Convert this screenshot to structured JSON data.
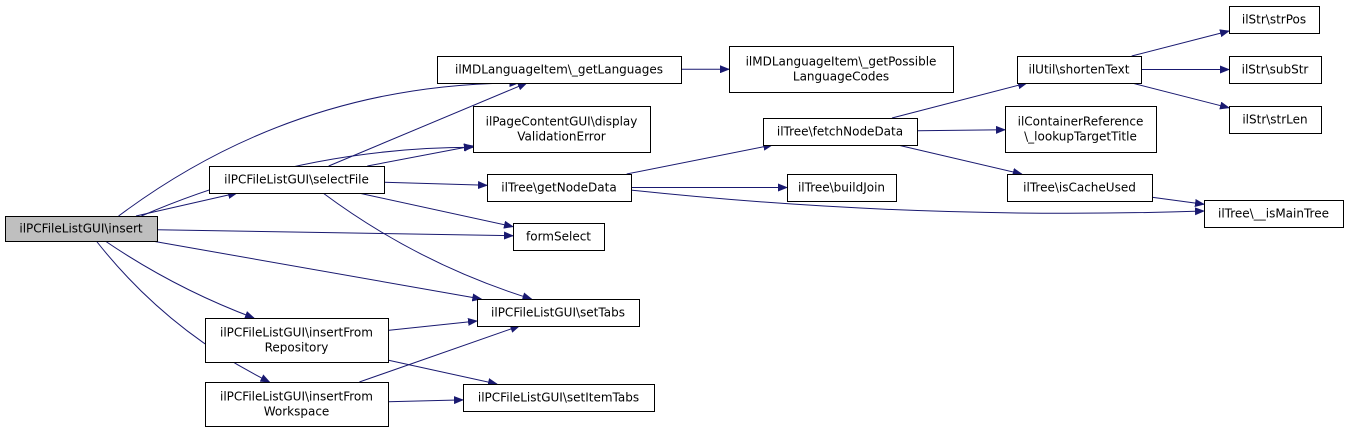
{
  "diagram": {
    "edge_color": "#191970",
    "root_fill": "#bfbfbf",
    "node_fill": "#ffffff",
    "nodes": [
      {
        "id": "insert",
        "lines": [
          "ilPCFileListGUI\\insert"
        ],
        "root": true
      },
      {
        "id": "getLanguages",
        "lines": [
          "ilMDLanguageItem\\_getLanguages"
        ]
      },
      {
        "id": "getPossibleLanguageCodes",
        "lines": [
          "ilMDLanguageItem\\_getPossible",
          "LanguageCodes"
        ]
      },
      {
        "id": "displayValidationError",
        "lines": [
          "ilPageContentGUI\\display",
          "ValidationError"
        ]
      },
      {
        "id": "selectFile",
        "lines": [
          "ilPCFileListGUI\\selectFile"
        ]
      },
      {
        "id": "getNodeData",
        "lines": [
          "ilTree\\getNodeData"
        ]
      },
      {
        "id": "fetchNodeData",
        "lines": [
          "ilTree\\fetchNodeData"
        ]
      },
      {
        "id": "shortenText",
        "lines": [
          "ilUtil\\shortenText"
        ]
      },
      {
        "id": "strPos",
        "lines": [
          "ilStr\\strPos"
        ]
      },
      {
        "id": "subStr",
        "lines": [
          "ilStr\\subStr"
        ]
      },
      {
        "id": "strLen",
        "lines": [
          "ilStr\\strLen"
        ]
      },
      {
        "id": "lookupTargetTitle",
        "lines": [
          "ilContainerReference",
          "\\_lookupTargetTitle"
        ]
      },
      {
        "id": "buildJoin",
        "lines": [
          "ilTree\\buildJoin"
        ]
      },
      {
        "id": "isCacheUsed",
        "lines": [
          "ilTree\\isCacheUsed"
        ]
      },
      {
        "id": "isMainTree",
        "lines": [
          "ilTree\\__isMainTree"
        ]
      },
      {
        "id": "formSelect",
        "lines": [
          "formSelect"
        ]
      },
      {
        "id": "setTabs",
        "lines": [
          "ilPCFileListGUI\\setTabs"
        ]
      },
      {
        "id": "insertFromRepository",
        "lines": [
          "ilPCFileListGUI\\insertFrom",
          "Repository"
        ]
      },
      {
        "id": "insertFromWorkspace",
        "lines": [
          "ilPCFileListGUI\\insertFrom",
          "Workspace"
        ]
      },
      {
        "id": "setItemTabs",
        "lines": [
          "ilPCFileListGUI\\setItemTabs"
        ]
      }
    ],
    "edges": [
      {
        "from": "insert",
        "to": "getLanguages"
      },
      {
        "from": "insert",
        "to": "displayValidationError"
      },
      {
        "from": "insert",
        "to": "selectFile"
      },
      {
        "from": "insert",
        "to": "formSelect"
      },
      {
        "from": "insert",
        "to": "setTabs"
      },
      {
        "from": "insert",
        "to": "insertFromRepository"
      },
      {
        "from": "insert",
        "to": "insertFromWorkspace"
      },
      {
        "from": "getLanguages",
        "to": "getPossibleLanguageCodes"
      },
      {
        "from": "selectFile",
        "to": "getLanguages"
      },
      {
        "from": "selectFile",
        "to": "displayValidationError"
      },
      {
        "from": "selectFile",
        "to": "getNodeData"
      },
      {
        "from": "selectFile",
        "to": "formSelect"
      },
      {
        "from": "selectFile",
        "to": "setTabs"
      },
      {
        "from": "getNodeData",
        "to": "fetchNodeData"
      },
      {
        "from": "getNodeData",
        "to": "buildJoin"
      },
      {
        "from": "getNodeData",
        "to": "isMainTree"
      },
      {
        "from": "fetchNodeData",
        "to": "shortenText"
      },
      {
        "from": "fetchNodeData",
        "to": "lookupTargetTitle"
      },
      {
        "from": "fetchNodeData",
        "to": "isCacheUsed"
      },
      {
        "from": "shortenText",
        "to": "strPos"
      },
      {
        "from": "shortenText",
        "to": "subStr"
      },
      {
        "from": "shortenText",
        "to": "strLen"
      },
      {
        "from": "isCacheUsed",
        "to": "isMainTree"
      },
      {
        "from": "insertFromRepository",
        "to": "setTabs"
      },
      {
        "from": "insertFromRepository",
        "to": "setItemTabs"
      },
      {
        "from": "insertFromWorkspace",
        "to": "setTabs"
      },
      {
        "from": "insertFromWorkspace",
        "to": "setItemTabs"
      }
    ]
  }
}
